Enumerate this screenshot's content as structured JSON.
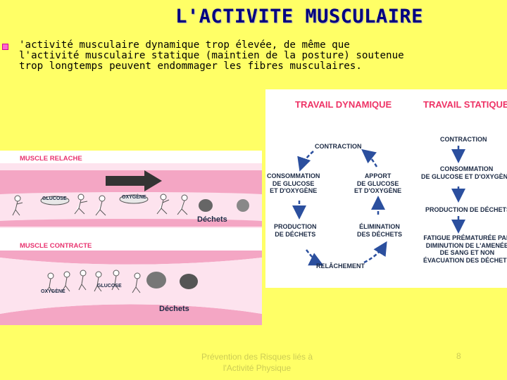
{
  "slide": {
    "title": "L'ACTIVITE MUSCULAIRE",
    "bullet": {
      "line1": "'activité musculaire dynamique trop élevée, de même que",
      "line2": "l'activité musculaire statique (maintien de la posture) soutenue",
      "line3": "trop longtemps peuvent endommager les fibres musculaires."
    },
    "footer": {
      "line1": "Prévention des Risques liés à",
      "line2": "l'Activité Physique",
      "page": "8"
    }
  },
  "figure": {
    "left": {
      "relaxed_label": "MUSCLE RELACHE",
      "contracted_label": "MUSCLE CONTRACTE",
      "glucose": "GLUCOSE",
      "oxygene": "OXYGÈNE",
      "dechets": "Déchets"
    },
    "dynamic": {
      "heading": "TRAVAIL DYNAMIQUE",
      "contraction": "CONTRACTION",
      "consommation": "CONSOMMATION\nDE GLUCOSE\nET D'OXYGÈNE",
      "apport": "APPORT\nDE GLUCOSE\nET D'OXYGÈNE",
      "production": "PRODUCTION\nDE DÉCHETS",
      "elimination": "ÉLIMINATION\nDES DÉCHETS",
      "relachement": "RELÂCHEMENT"
    },
    "static": {
      "heading": "TRAVAIL STATIQUE",
      "contraction": "CONTRACTION",
      "consommation": "CONSOMMATION\nDE GLUCOSE ET D'OXYGÈNE",
      "production": "PRODUCTION DE DÉCHETS",
      "fatigue": "FATIGUE PRÉMATURÉE PAR\nDIMINUTION DE L'AMENÉE\nDE SANG ET NON\nÉVACUATION DES DÉCHETS"
    },
    "colors": {
      "accent": "#ee3366",
      "arrow": "#2b4f9e",
      "muscle_pink": "#f4a6c4",
      "text_dark": "#1c2a44"
    }
  }
}
